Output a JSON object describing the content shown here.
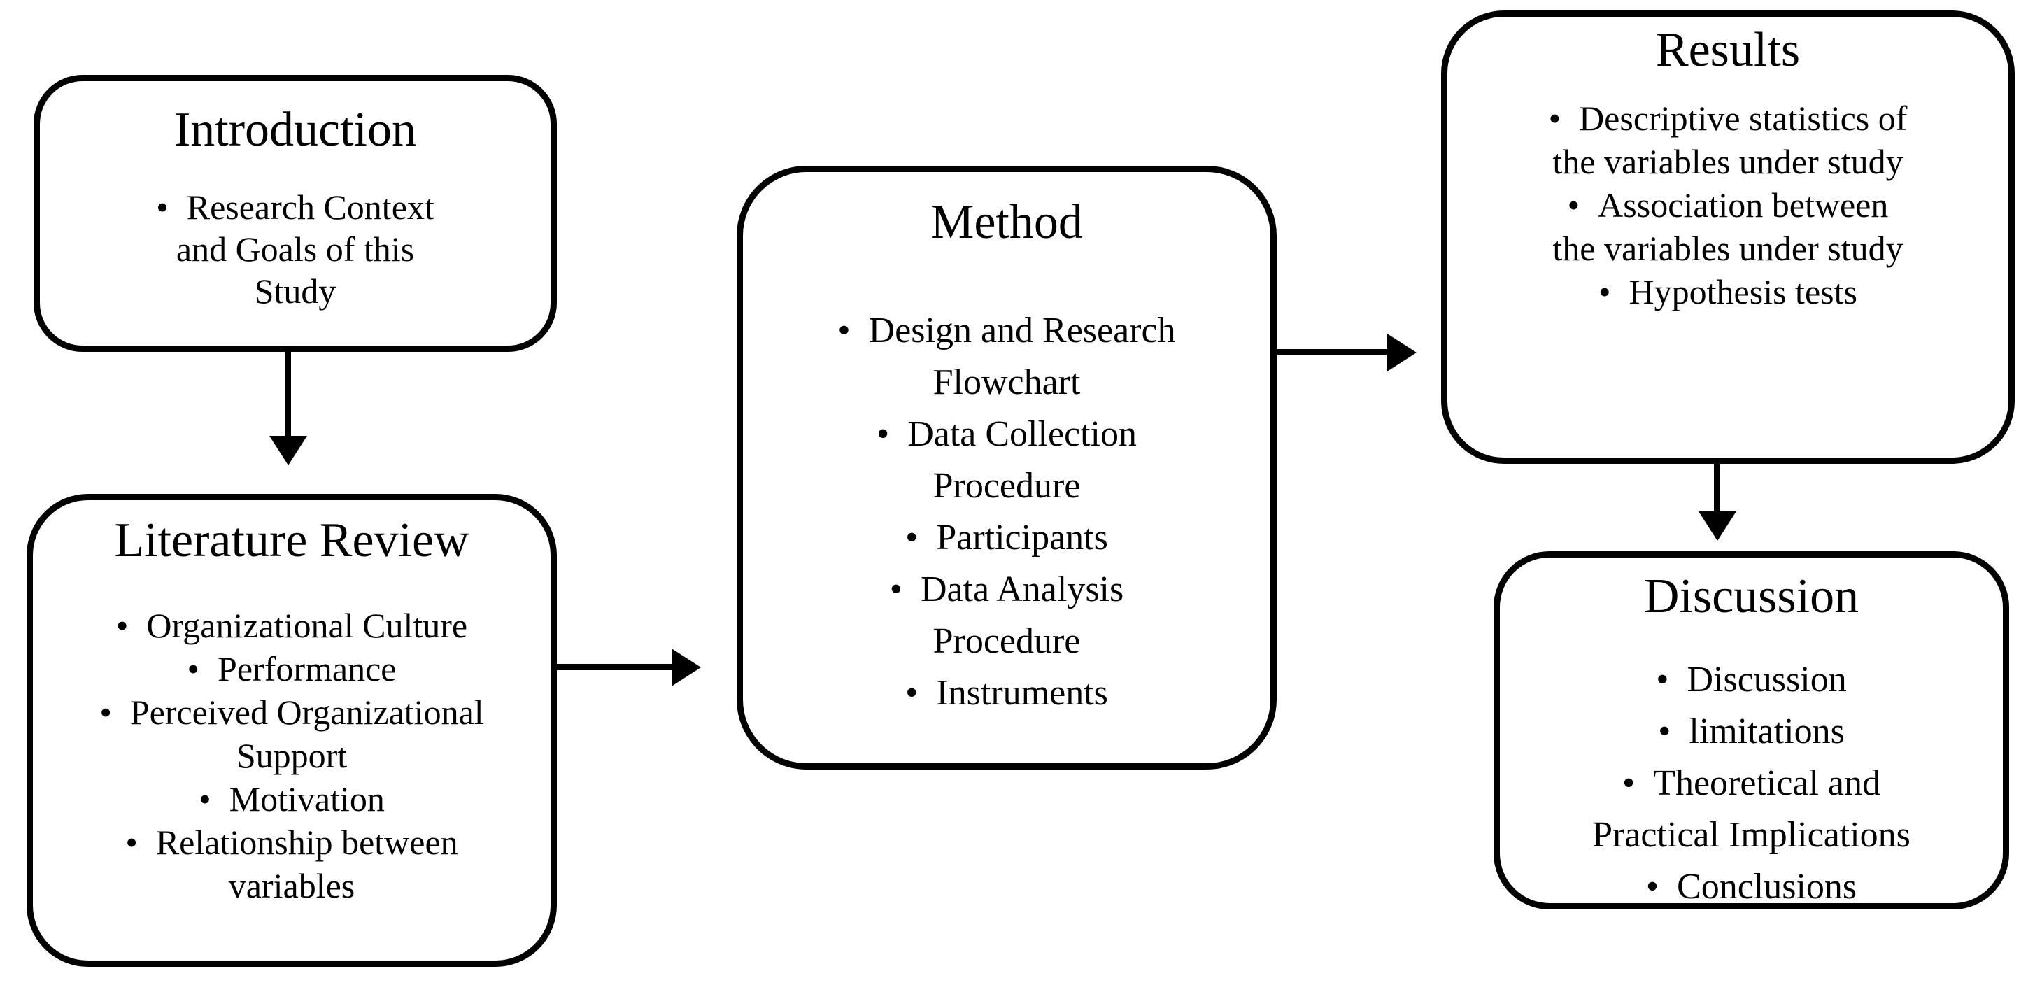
{
  "page": {
    "background_color": "#ffffff",
    "stroke_color": "#000000",
    "text_color": "#000000"
  },
  "diagram": {
    "type": "flowchart",
    "bullet_glyph": "•",
    "boxes": [
      {
        "id": "introduction",
        "title": "Introduction",
        "bullets": [
          "Research Context and Goals of this Study"
        ]
      },
      {
        "id": "literature-review",
        "title": "Literature Review",
        "bullets": [
          "Organizational Culture",
          "Performance",
          "Perceived Organizational Support",
          "Motivation",
          "Relationship between variables"
        ]
      },
      {
        "id": "method",
        "title": "Method",
        "bullets": [
          "Design and Research Flowchart",
          "Data Collection Procedure",
          "Participants",
          "Data Analysis Procedure",
          "Instruments"
        ]
      },
      {
        "id": "results",
        "title": "Results",
        "bullets": [
          "Descriptive statistics of the variables under study",
          "Association between the variables under study",
          "Hypothesis tests"
        ]
      },
      {
        "id": "discussion",
        "title": "Discussion",
        "bullets": [
          "Discussion",
          "limitations",
          "Theoretical and Practical Implications",
          "Conclusions"
        ]
      }
    ],
    "arrows": [
      {
        "from": "introduction",
        "to": "literature-review",
        "direction": "down"
      },
      {
        "from": "literature-review",
        "to": "method",
        "direction": "right"
      },
      {
        "from": "method",
        "to": "results",
        "direction": "right"
      },
      {
        "from": "results",
        "to": "discussion",
        "direction": "down"
      }
    ]
  }
}
